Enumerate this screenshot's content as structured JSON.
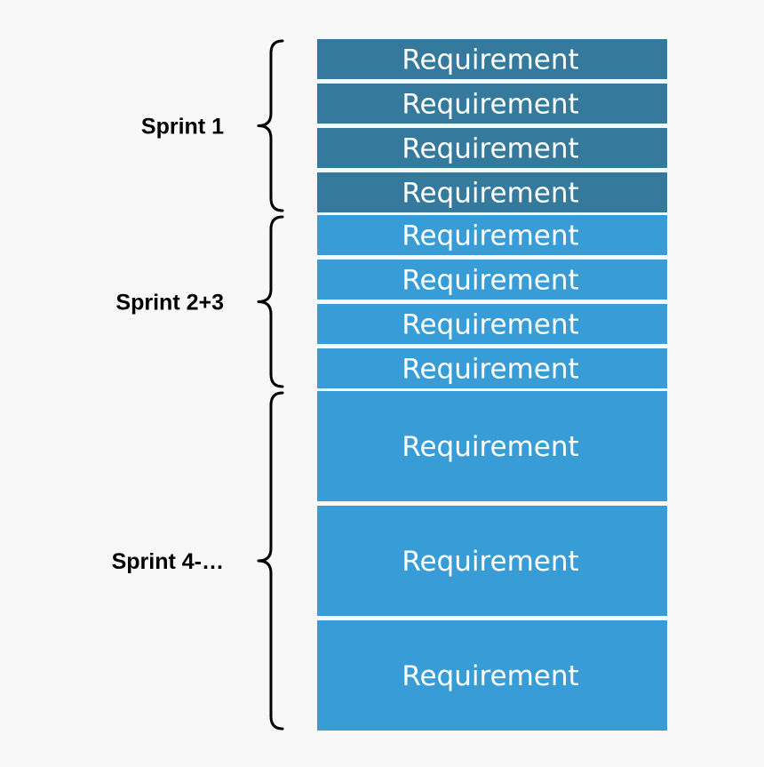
{
  "colors": {
    "background": "#f8f8f8",
    "separator": "#ffffff",
    "text": "#ffffff",
    "label": "#000000"
  },
  "groups": [
    {
      "label": "Sprint 1",
      "fill": "#357a9c",
      "requirements": [
        "Requirement",
        "Requirement",
        "Requirement",
        "Requirement"
      ]
    },
    {
      "label": "Sprint 2+3",
      "fill": "#389cd7",
      "requirements": [
        "Requirement",
        "Requirement",
        "Requirement",
        "Requirement"
      ]
    },
    {
      "label": "Sprint 4-…",
      "fill": "#389cd7",
      "requirements": [
        "Requirement",
        "Requirement",
        "Requirement"
      ]
    }
  ]
}
